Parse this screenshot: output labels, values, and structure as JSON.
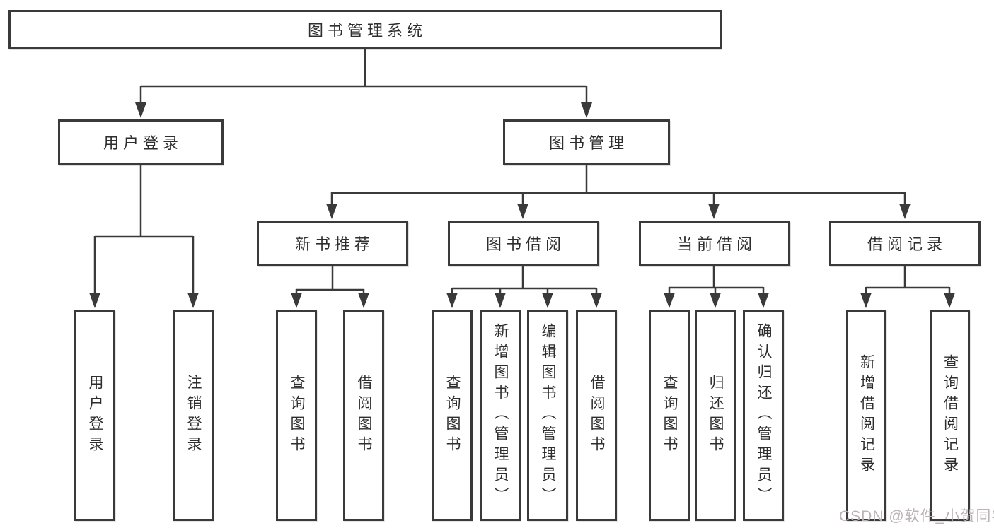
{
  "tree": {
    "root": "图书管理系统",
    "user_login": {
      "label": "用户登录",
      "children": [
        "用户登录",
        "注销登录"
      ]
    },
    "book_mgmt": {
      "label": "图书管理"
    },
    "new_books": {
      "label": "新书推荐",
      "children": [
        "查询图书",
        "借阅图书"
      ]
    },
    "book_borrow": {
      "label": "图书借阅",
      "children": [
        "查询图书",
        "新增图书（管理员）",
        "编辑图书（管理员）",
        "借阅图书"
      ]
    },
    "current_borrow": {
      "label": "当前借阅",
      "children": [
        "查询图书",
        "归还图书",
        "确认归还（管理员）"
      ]
    },
    "borrow_records": {
      "label": "借阅记录",
      "children": [
        "新增借阅记录",
        "查询借阅记录"
      ]
    }
  },
  "colors": {
    "line": "#3a3a3a",
    "text": "#2e2e2e",
    "watermark": "#bcb3b4",
    "background": "#ffffff"
  },
  "watermark": "CSDN @软件_小贺同学"
}
